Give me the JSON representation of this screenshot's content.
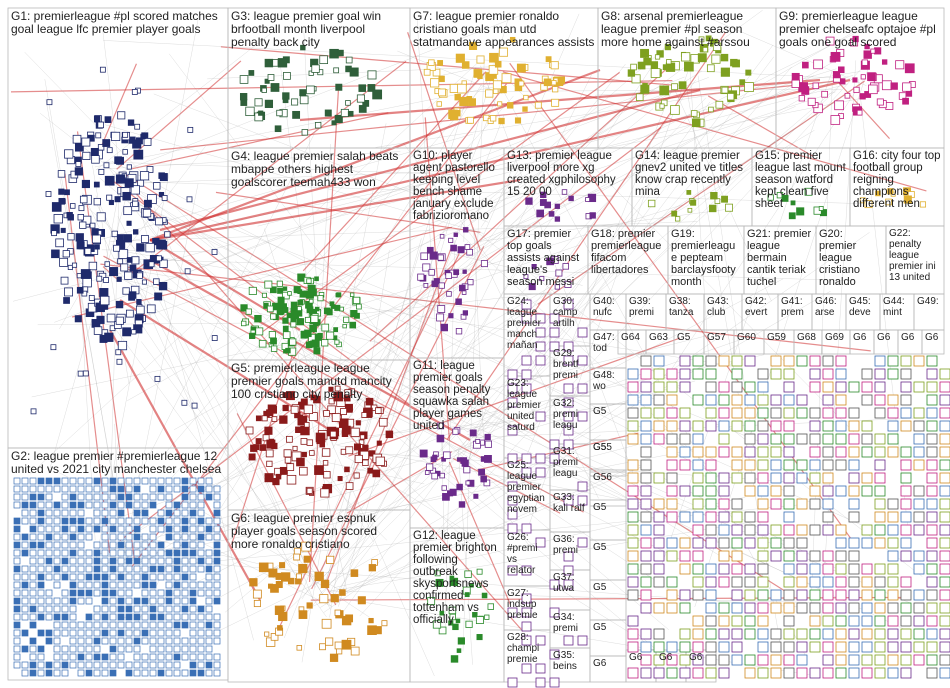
{
  "colors": {
    "edge_gray": "#9a9a9a",
    "edge_red": "#d03030",
    "frame": "#b9b9b9",
    "g1": "#1f2a6b",
    "g2": "#3a6fb5",
    "g3": "#2f5f3a",
    "g4": "#2a8a2a",
    "g5": "#8a1a1a",
    "g6": "#d08a20",
    "g7": "#e0b030",
    "g8": "#7ea020",
    "g9": "#c02080",
    "purple": "#6a2a8a"
  },
  "groups": [
    {
      "id": "G1",
      "label": "G1: premierleague #pl scored matches goal league lfc premier player goals"
    },
    {
      "id": "G2",
      "label": "G2: league premier #premierleague 12 united vs 2021 city manchester chelsea"
    },
    {
      "id": "G3",
      "label": "G3: league premier goal win brfootball month liverpool penalty back city"
    },
    {
      "id": "G4",
      "label": "G4: league premier salah beats mbappe others highest goalscorer teemah433 won"
    },
    {
      "id": "G5",
      "label": "G5: premierleague league premier goals manutd mancity 100 cristiano city penalty"
    },
    {
      "id": "G6",
      "label": "G6: league premier espnuk player goals season scored more ronaldo cristiano"
    },
    {
      "id": "G7",
      "label": "G7: league premier ronaldo cristiano goals man utd statmandave appearances assists"
    },
    {
      "id": "G8",
      "label": "G8: arsenal premierleague league premier #pl season more home against #arssou"
    },
    {
      "id": "G9",
      "label": "G9: premierleague league premier chelseafc optajoe #pl goals one goal scored"
    },
    {
      "id": "G10",
      "label": "G10: player agent pastorello keeping level bench shame january exclude fabrizioromano"
    },
    {
      "id": "G11",
      "label": "G11: league premier goals season penalty squawka salah player games united"
    },
    {
      "id": "G12",
      "label": "G12: league premier brighton following outbreak skysportsnews confirmed tottenham vs officially"
    },
    {
      "id": "G13",
      "label": "G13: premier league liverpool more xg created xgphilosophy 15 20 00"
    },
    {
      "id": "G14",
      "label": "G14: league premier gnev2 united ve titles know crap recently mina"
    },
    {
      "id": "G15",
      "label": "G15: premier league last mount season watford kept clean five sheet"
    },
    {
      "id": "G16",
      "label": "G16: city four top football group reigning champions different men"
    },
    {
      "id": "G17",
      "label": "G17: premier top goals assists against league's season messi"
    },
    {
      "id": "G18",
      "label": "G18: premier premierleague fifacom libertadores"
    },
    {
      "id": "G19",
      "label": "G19: premierleague pepteam barclaysfooty month"
    },
    {
      "id": "G20",
      "label": "G20: premier league cristiano ronaldo"
    },
    {
      "id": "G21",
      "label": "G21: premier league bermain cantik teriak tuchel"
    },
    {
      "id": "G22",
      "label": "G22: penalty league premier ini 13 united"
    },
    {
      "id": "G23",
      "label": "G23: league premier united saturd"
    },
    {
      "id": "G24",
      "label": "G24: league premier manch mañan"
    },
    {
      "id": "G25",
      "label": "G25: league premier egyptian novem"
    },
    {
      "id": "G26",
      "label": "G26: #premi vs relator"
    },
    {
      "id": "G27",
      "label": "G27: indsup premie"
    },
    {
      "id": "G28",
      "label": "G28: champi premie"
    },
    {
      "id": "G29",
      "label": "G29: brentf premi"
    },
    {
      "id": "G30",
      "label": "G30: camp artilh"
    },
    {
      "id": "G31",
      "label": "G31: premi leagu"
    },
    {
      "id": "G32",
      "label": "G32: premi leagu"
    },
    {
      "id": "G33",
      "label": "G33: kali ralf"
    },
    {
      "id": "G34",
      "label": "G34: premi"
    },
    {
      "id": "G35",
      "label": "G35: beins"
    },
    {
      "id": "G36",
      "label": "G36: premi"
    },
    {
      "id": "G37",
      "label": "G37: utwa"
    },
    {
      "id": "G38",
      "label": "G38: tanza"
    },
    {
      "id": "G39",
      "label": "G39: premi"
    },
    {
      "id": "G40",
      "label": "G40: nufc"
    },
    {
      "id": "G41",
      "label": "G41: prem"
    },
    {
      "id": "G42",
      "label": "G42: evert"
    },
    {
      "id": "G43",
      "label": "G43: club"
    },
    {
      "id": "G44",
      "label": "G44: mint"
    },
    {
      "id": "G45",
      "label": "G45: deve"
    },
    {
      "id": "G46",
      "label": "G46: arse"
    },
    {
      "id": "G47",
      "label": "G47: tod"
    },
    {
      "id": "G48",
      "label": "G48: wo"
    },
    {
      "id": "G49",
      "label": "G49:"
    },
    {
      "id": "G50",
      "label": "G5"
    },
    {
      "id": "G51",
      "label": "G5"
    },
    {
      "id": "G52",
      "label": "G5"
    },
    {
      "id": "G53",
      "label": "G5"
    },
    {
      "id": "G54",
      "label": "G5"
    },
    {
      "id": "G55",
      "label": "G55"
    },
    {
      "id": "G56",
      "label": "G56"
    },
    {
      "id": "G57",
      "label": "G57"
    },
    {
      "id": "G58",
      "label": "G5"
    },
    {
      "id": "G59",
      "label": "G59"
    },
    {
      "id": "G60",
      "label": "G60"
    },
    {
      "id": "G61",
      "label": "G6"
    },
    {
      "id": "G62",
      "label": "G6"
    },
    {
      "id": "G63",
      "label": "G63"
    },
    {
      "id": "G64",
      "label": "G64"
    },
    {
      "id": "G65",
      "label": "G5"
    },
    {
      "id": "G66",
      "label": "G6"
    },
    {
      "id": "G67",
      "label": "G6"
    },
    {
      "id": "G68",
      "label": "G68"
    },
    {
      "id": "G69",
      "label": "G69"
    },
    {
      "id": "G70",
      "label": "G6"
    },
    {
      "id": "G71",
      "label": "G6"
    },
    {
      "id": "G72",
      "label": "G6"
    },
    {
      "id": "G73",
      "label": "G6"
    }
  ]
}
